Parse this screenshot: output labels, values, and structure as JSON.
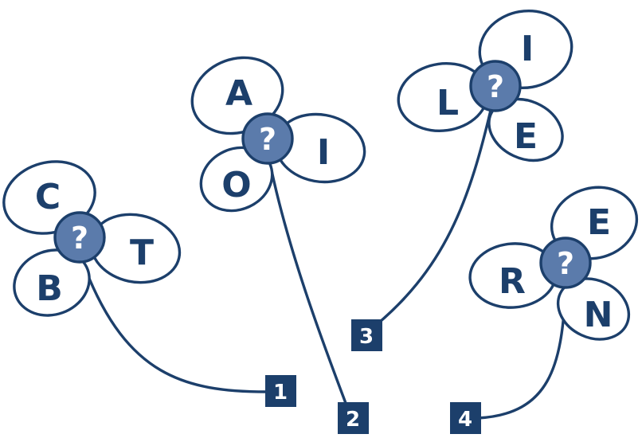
{
  "flowers": [
    {
      "number": "1",
      "center_symbol": "?",
      "petals": [
        "C",
        "T",
        "B"
      ]
    },
    {
      "number": "2",
      "center_symbol": "?",
      "petals": [
        "A",
        "I",
        "O"
      ]
    },
    {
      "number": "3",
      "center_symbol": "?",
      "petals": [
        "I",
        "L",
        "E"
      ]
    },
    {
      "number": "4",
      "center_symbol": "?",
      "petals": [
        "E",
        "R",
        "N"
      ]
    }
  ],
  "colors": {
    "outline": "#1c3f6b",
    "center_fill": "#5b7bab",
    "number_box": "#1c3f6b",
    "background": "#ffffff"
  }
}
